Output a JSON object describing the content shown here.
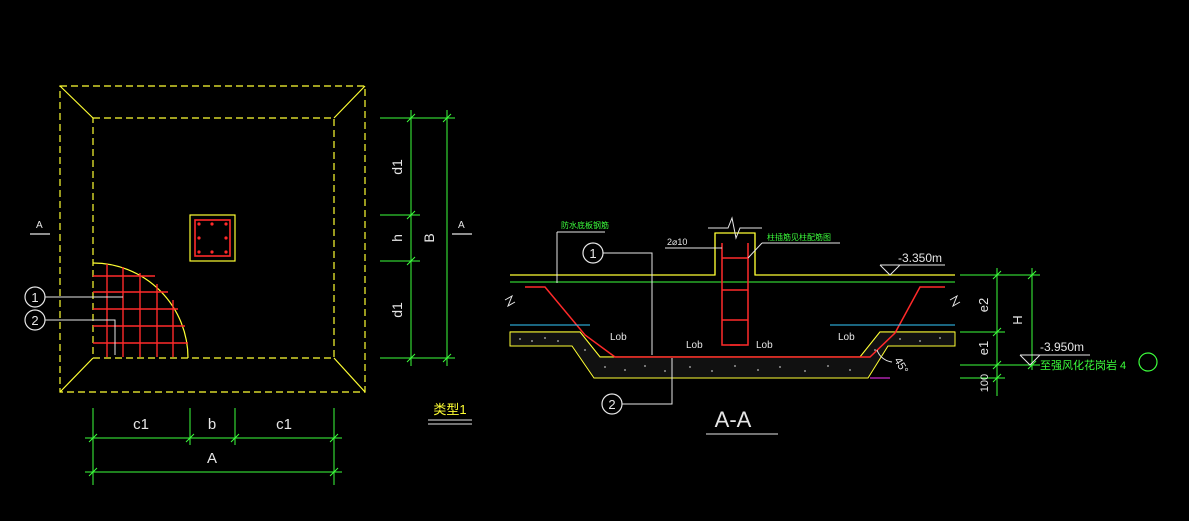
{
  "plan": {
    "section_mark_left": "A",
    "section_mark_right": "A",
    "callout_1": "1",
    "callout_2": "2",
    "dim_c1_left": "c1",
    "dim_b": "b",
    "dim_c1_right": "c1",
    "dim_A": "A",
    "dim_d1_top": "d1",
    "dim_h": "h",
    "dim_d1_bottom": "d1",
    "dim_B": "B",
    "type_label": "类型1"
  },
  "section": {
    "title": "A-A",
    "callout_1": "1",
    "callout_2": "2",
    "note_left": "防水底板钢筋",
    "note_bar": "2⌀10",
    "note_right": "柱插筋见柱配筋图",
    "elev_top": "-3.350m",
    "elev_bottom": "-3.950m",
    "note_bedrock": "至强风化花岗岩 4",
    "lob_1": "Lob",
    "lob_2": "Lob",
    "lob_3": "Lob",
    "lob_4": "Lob",
    "angle": "45°",
    "dim_e2": "e2",
    "dim_e1": "e1",
    "dim_H": "H",
    "dim_100": "100"
  },
  "colors": {
    "background": "#000000",
    "outline_yellow": "#ffff33",
    "rebar_red": "#ff2a2a",
    "dimension_green": "#3cff3c",
    "text_white": "#e6e6e6",
    "leader_white": "#e6e6e6",
    "magenta": "#ff33ff",
    "cyan": "#33ccff"
  }
}
